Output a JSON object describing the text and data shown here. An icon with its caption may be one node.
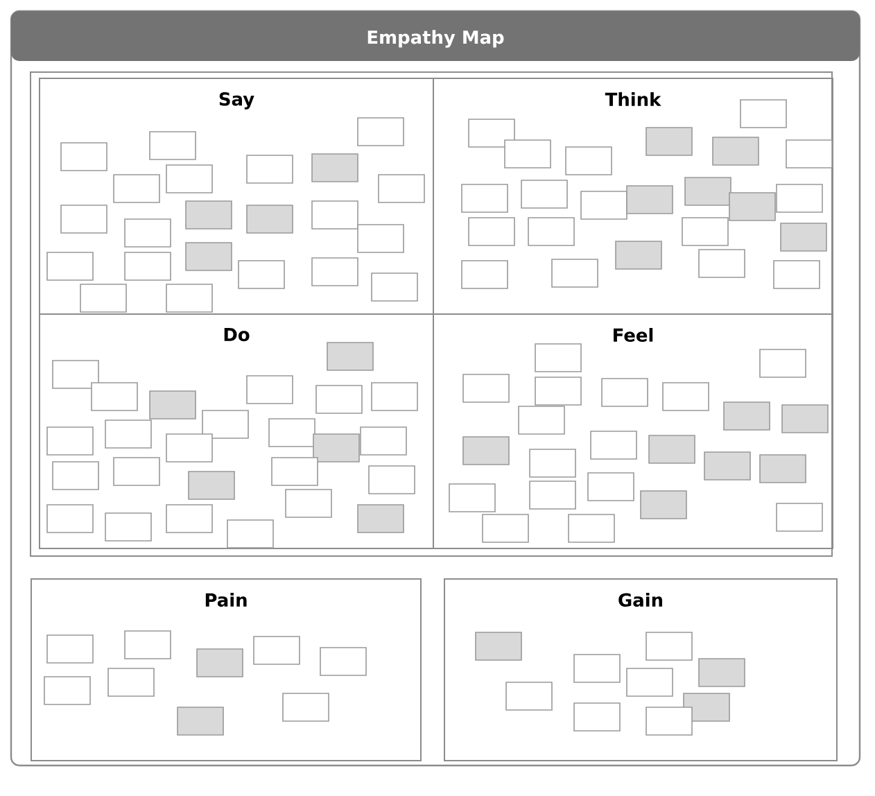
{
  "diagram": {
    "title": "Empathy Map",
    "nodes": [
      {
        "text": [
          "Say"
        ]
      },
      {
        "text": [
          "Think"
        ]
      },
      {
        "text": [
          "Do"
        ]
      },
      {
        "text": [
          "Feel"
        ]
      },
      {
        "text": [
          "Pain"
        ]
      },
      {
        "text": [
          "Gain"
        ]
      }
    ],
    "edges": []
  }
}
